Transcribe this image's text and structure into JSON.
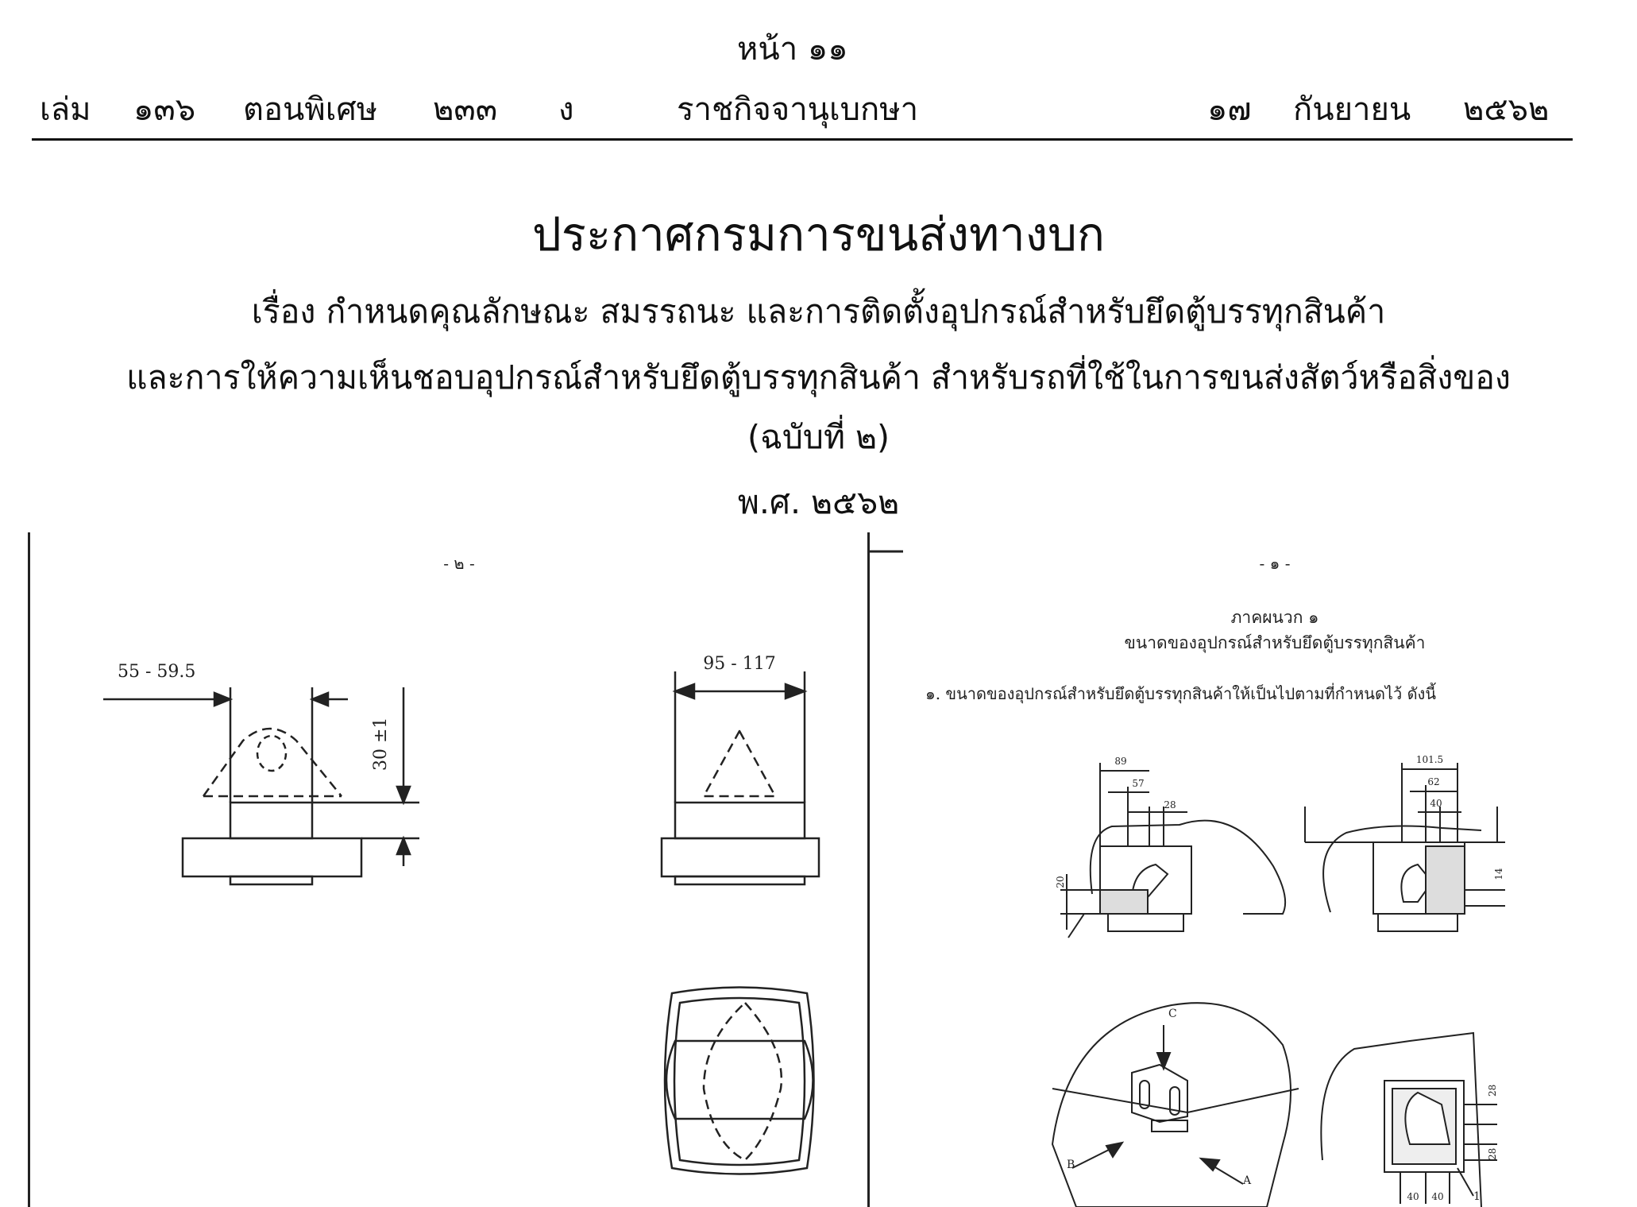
{
  "header": {
    "page_number": "หน้า ๑๑",
    "volume": "เล่ม",
    "volume_no": "๑๓๖",
    "section": "ตอนพิเศษ",
    "section_no": "๒๓๓",
    "section_letter": "ง",
    "gazette": "ราชกิจจานุเบกษา",
    "date_day": "๑๗",
    "date_month": "กันยายน",
    "date_year": "๒๕๖๒"
  },
  "announcement": {
    "title": "ประกาศกรมการขนส่งทางบก",
    "subject_line1": "เรื่อง  กำหนดคุณลักษณะ  สมรรถนะ  และการติดตั้งอุปกรณ์สำหรับยึดตู้บรรทุกสินค้า",
    "subject_line2": "และการให้ความเห็นชอบอุปกรณ์สำหรับยึดตู้บรรทุกสินค้า  สำหรับรถที่ใช้ในการขนส่งสัตว์หรือสิ่งของ",
    "edition": "(ฉบับที่  ๒)",
    "year": "พ.ศ.  ๒๕๖๒"
  },
  "left_page": {
    "page_mark": "- ๒ -",
    "dim_width_a": "55 - 59.5",
    "dim_width_b": "95 - 117",
    "dim_height": "30 ±1"
  },
  "right_page": {
    "page_mark": "- ๑ -",
    "appendix_title": "ภาคผนวก ๑",
    "appendix_subtitle": "ขนาดของอุปกรณ์สำหรับยึดตู้บรรทุกสินค้า",
    "item_1": "๑. ขนาดของอุปกรณ์สำหรับยึดตู้บรรทุกสินค้าให้เป็นไปตามที่กำหนดไว้ ดังนี้",
    "dims_left": [
      "89",
      "57",
      "28",
      "20"
    ],
    "dims_right": [
      "101.5",
      "62",
      "40",
      "14"
    ],
    "labels": [
      "C",
      "B",
      "A",
      "1"
    ],
    "dims_bottom": [
      "28",
      "28",
      "40",
      "40"
    ]
  }
}
